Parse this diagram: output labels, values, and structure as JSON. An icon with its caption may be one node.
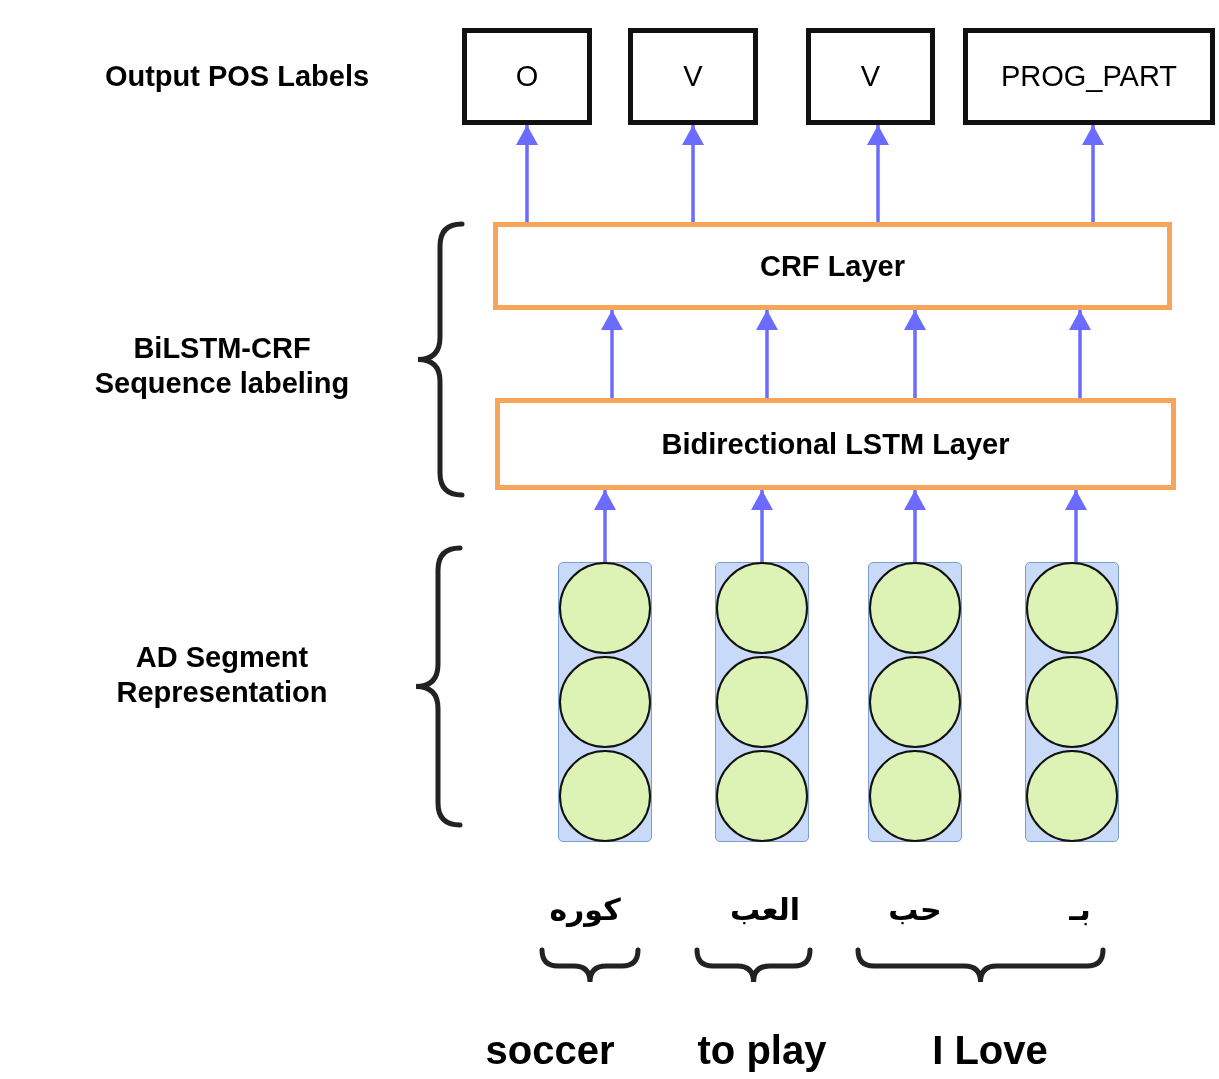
{
  "diagram": {
    "nodes": [
      {
        "text": [
          "O"
        ]
      },
      {
        "text": [
          "V"
        ]
      },
      {
        "text": [
          "V"
        ]
      },
      {
        "text": [
          "PROG_PART"
        ]
      },
      {
        "text": [
          "CRF Layer"
        ]
      },
      {
        "text": [
          "Bidirectional LSTM Layer"
        ]
      },
      {
        "text": [],
        "shape": "bar"
      },
      {
        "text": [],
        "shape": "circle",
        "in": 6
      },
      {
        "text": [],
        "shape": "circle",
        "in": 6
      },
      {
        "text": [],
        "shape": "circle",
        "in": 6
      },
      {
        "text": [],
        "shape": "bar"
      },
      {
        "text": [],
        "shape": "circle",
        "in": 10
      },
      {
        "text": [],
        "shape": "circle",
        "in": 10
      },
      {
        "text": [],
        "shape": "circle",
        "in": 10
      },
      {
        "text": [],
        "shape": "bar"
      },
      {
        "text": [],
        "shape": "circle",
        "in": 14
      },
      {
        "text": [],
        "shape": "circle",
        "in": 14
      },
      {
        "text": [],
        "shape": "circle",
        "in": 14
      },
      {
        "text": [],
        "shape": "bar"
      },
      {
        "text": [],
        "shape": "circle",
        "in": 18
      },
      {
        "text": [],
        "shape": "circle",
        "in": 18
      },
      {
        "text": [],
        "shape": "circle",
        "in": 18
      }
    ],
    "edges": [
      {
        "from": 6,
        "to": 5,
        "arrow": "to"
      },
      {
        "from": 10,
        "to": 5,
        "arrow": "to"
      },
      {
        "from": 14,
        "to": 5,
        "arrow": "to"
      },
      {
        "from": 18,
        "to": 5,
        "arrow": "to"
      },
      {
        "from": 5,
        "to": 4,
        "arrow": "to"
      },
      {
        "from": 5,
        "to": 4,
        "arrow": "to"
      },
      {
        "from": 5,
        "to": 4,
        "arrow": "to"
      },
      {
        "from": 5,
        "to": 4,
        "arrow": "to"
      },
      {
        "from": 4,
        "to": 0,
        "arrow": "to"
      },
      {
        "from": 4,
        "to": 1,
        "arrow": "to"
      },
      {
        "from": 4,
        "to": 2,
        "arrow": "to"
      },
      {
        "from": 4,
        "to": 3,
        "arrow": "to"
      }
    ],
    "labels": [
      "Output POS Labels",
      "BiLSTM-CRF Sequence labeling",
      "AD Segment Representation",
      "كوره",
      "العب",
      "حب",
      "بـ",
      "soccer",
      "to play",
      "I Love"
    ]
  }
}
